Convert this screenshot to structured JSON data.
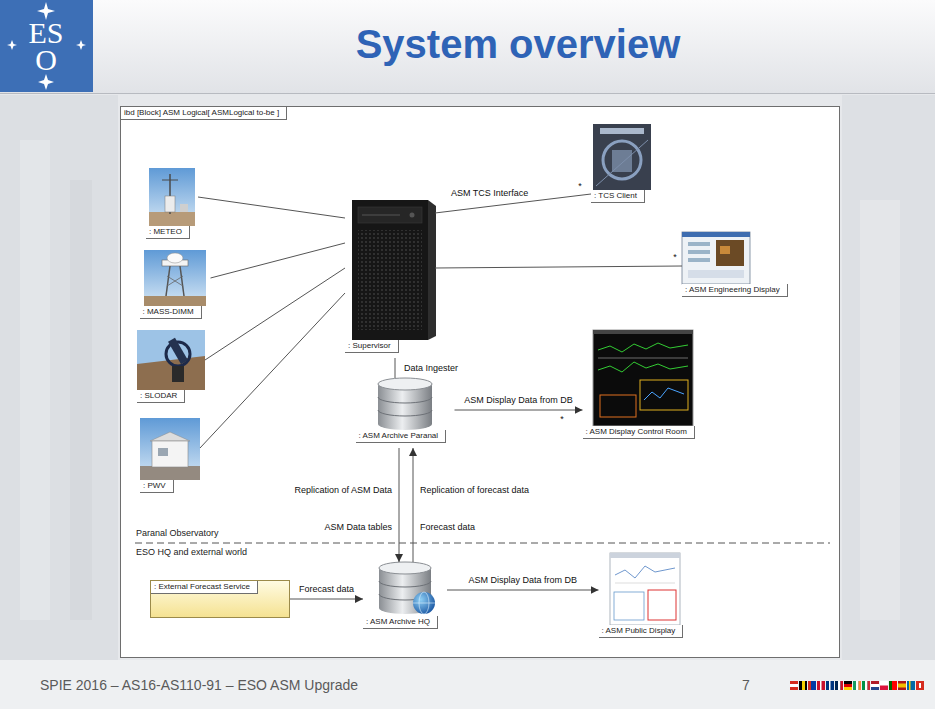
{
  "diagram": {
    "title": "System overview",
    "nodes": [
      {
        "text": [
          "ibd [Block] ASM Logical[ ASMLogical to-be ]"
        ]
      },
      {
        "text": [
          ": METEO"
        ],
        "in": 0
      },
      {
        "text": [
          ": MASS-DIMM"
        ],
        "in": 0
      },
      {
        "text": [
          ": SLODAR"
        ],
        "in": 0
      },
      {
        "text": [
          ": PWV"
        ],
        "in": 0
      },
      {
        "text": [
          ": Supervisor"
        ],
        "in": 0
      },
      {
        "text": [
          ": TCS Client"
        ],
        "in": 0
      },
      {
        "text": [
          ": ASM Engineering Display"
        ],
        "in": 0
      },
      {
        "text": [
          ": ASM Archive Paranal"
        ],
        "in": 0
      },
      {
        "text": [
          ": ASM Display Control Room"
        ],
        "in": 0
      },
      {
        "text": [
          ": External Forecast Service"
        ],
        "in": 0
      },
      {
        "text": [
          ": ASM Archive HQ"
        ],
        "in": 0
      },
      {
        "text": [
          ": ASM Public Display"
        ],
        "in": 0
      }
    ],
    "edges": [
      {
        "from": 1,
        "to": 5,
        "arrow": "none"
      },
      {
        "from": 2,
        "to": 5,
        "arrow": "none"
      },
      {
        "from": 3,
        "to": 5,
        "arrow": "none"
      },
      {
        "from": 4,
        "to": 5,
        "arrow": "none"
      },
      {
        "from": 5,
        "to": 6,
        "label": "ASM TCS Interface",
        "arrow": "none"
      },
      {
        "from": 5,
        "to": 7,
        "arrow": "none"
      },
      {
        "from": 5,
        "to": 8,
        "label": "Data Ingester",
        "arrow": "none"
      },
      {
        "from": 8,
        "to": 9,
        "label": "ASM Display Data from DB",
        "arrow": "to"
      },
      {
        "from": 8,
        "to": 11,
        "label": "Replication of ASM Data",
        "arrow": "to"
      },
      {
        "from": 11,
        "to": 8,
        "label": "Replication of forecast data",
        "arrow": "to"
      },
      {
        "from": 10,
        "to": 11,
        "label": "Forecast data",
        "arrow": "to"
      },
      {
        "from": 11,
        "to": 12,
        "label": "ASM Display Data from DB",
        "arrow": "to"
      }
    ],
    "labels": [
      "ESO",
      "Paranal Observatory",
      "ESO HQ and external world",
      "ASM Data tables",
      "Forecast data",
      "*",
      "*",
      "*",
      "SPIE 2016 – AS16-AS110-91 – ESO ASM Upgrade",
      "7"
    ]
  }
}
